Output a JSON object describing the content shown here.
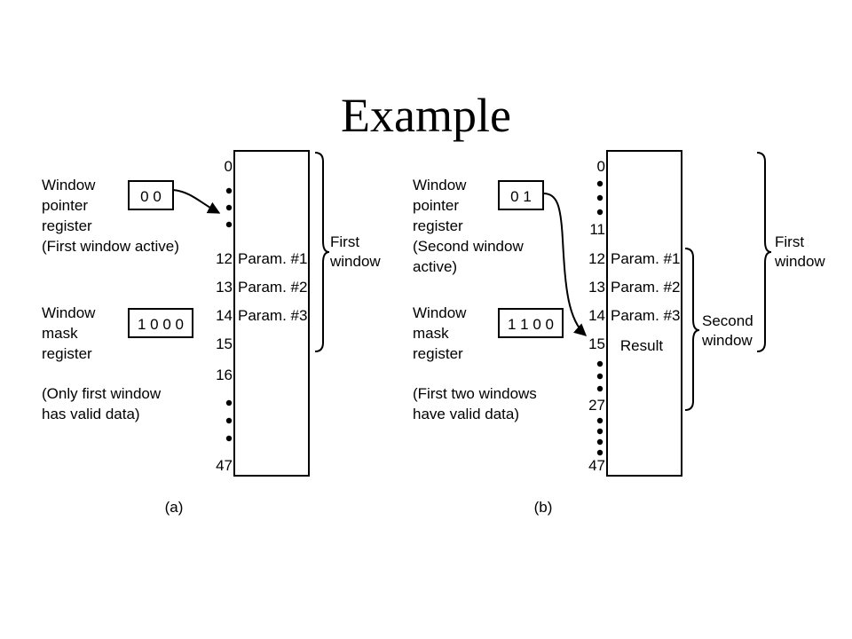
{
  "slide": {
    "title": "Example"
  },
  "panel_a": {
    "caption": "(a)",
    "pointer_label": [
      "Window",
      "pointer",
      "register",
      "(First window active)"
    ],
    "pointer_value": "0 0",
    "mask_label": [
      "Window",
      "mask",
      "register"
    ],
    "mask_value": "1 0 0 0",
    "note": [
      "(Only first window",
      "has valid data)"
    ],
    "indices": [
      "0",
      "12",
      "13",
      "14",
      "15",
      "16",
      "47"
    ],
    "cells": [
      "Param. #1",
      "Param. #2",
      "Param. #3"
    ],
    "bracket_label": [
      "First",
      "window"
    ]
  },
  "panel_b": {
    "caption": "(b)",
    "pointer_label": [
      "Window",
      "pointer",
      "register",
      "(Second window",
      "active)"
    ],
    "pointer_value": "0 1",
    "mask_label": [
      "Window",
      "mask",
      "register"
    ],
    "mask_value": "1 1 0 0",
    "note": [
      "(First two windows",
      "have valid data)"
    ],
    "indices": [
      "0",
      "11",
      "12",
      "13",
      "14",
      "15",
      "27",
      "47"
    ],
    "cells": [
      "Param. #1",
      "Param. #2",
      "Param. #3",
      "Result"
    ],
    "bracket_first_label": [
      "First",
      "window"
    ],
    "bracket_second_label": [
      "Second",
      "window"
    ]
  }
}
